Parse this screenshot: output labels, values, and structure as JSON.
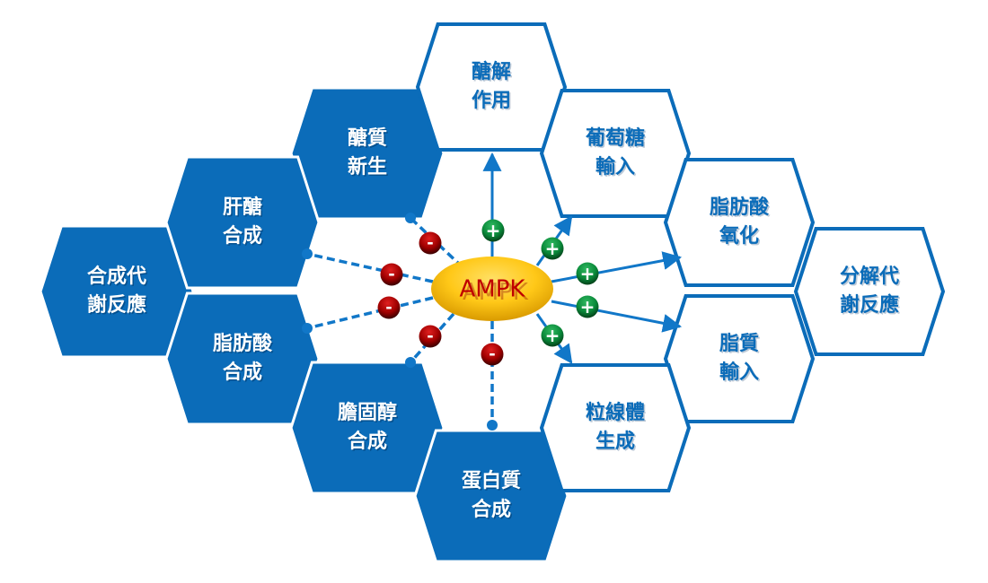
{
  "title": "AMPK metabolic regulation diagram",
  "colors": {
    "hex_fill": "#0b6cb9",
    "hex_stroke": "#0b6cb9",
    "connector": "#1177c8",
    "center_fill_top": "#ffd23a",
    "center_fill_bottom": "#e8a400",
    "center_text": "#c00000",
    "activate_badge": "#0a8a3a",
    "inhibit_badge": "#a00000"
  },
  "center": {
    "label": "AMPK"
  },
  "groups": {
    "anabolic": {
      "label_lines": [
        "合成代",
        "謝反應"
      ]
    },
    "catabolic": {
      "label_lines": [
        "分解代",
        "謝反應"
      ]
    }
  },
  "nodes": [
    {
      "id": "gluconeogenesis",
      "lines": [
        "醣質",
        "新生"
      ],
      "style": "filled",
      "effect": "inhibit"
    },
    {
      "id": "glycogen_synthesis",
      "lines": [
        "肝醣",
        "合成"
      ],
      "style": "filled",
      "effect": "inhibit"
    },
    {
      "id": "fatty_acid_synthesis",
      "lines": [
        "脂肪酸",
        "合成"
      ],
      "style": "filled",
      "effect": "inhibit"
    },
    {
      "id": "cholesterol_synthesis",
      "lines": [
        "膽固醇",
        "合成"
      ],
      "style": "filled",
      "effect": "inhibit"
    },
    {
      "id": "protein_synthesis",
      "lines": [
        "蛋白質",
        "合成"
      ],
      "style": "filled",
      "effect": "inhibit"
    },
    {
      "id": "glycolysis",
      "lines": [
        "醣解",
        "作用"
      ],
      "style": "outline",
      "effect": "activate"
    },
    {
      "id": "glucose_uptake",
      "lines": [
        "葡萄糖",
        "輸入"
      ],
      "style": "outline",
      "effect": "activate"
    },
    {
      "id": "fatty_acid_oxidation",
      "lines": [
        "脂肪酸",
        "氧化"
      ],
      "style": "outline",
      "effect": "activate"
    },
    {
      "id": "lipid_uptake",
      "lines": [
        "脂質",
        "輸入"
      ],
      "style": "outline",
      "effect": "activate"
    },
    {
      "id": "mitochondrial_biogenesis",
      "lines": [
        "粒線體",
        "生成"
      ],
      "style": "outline",
      "effect": "activate"
    }
  ],
  "badges": {
    "activate": "+",
    "inhibit": "-"
  }
}
